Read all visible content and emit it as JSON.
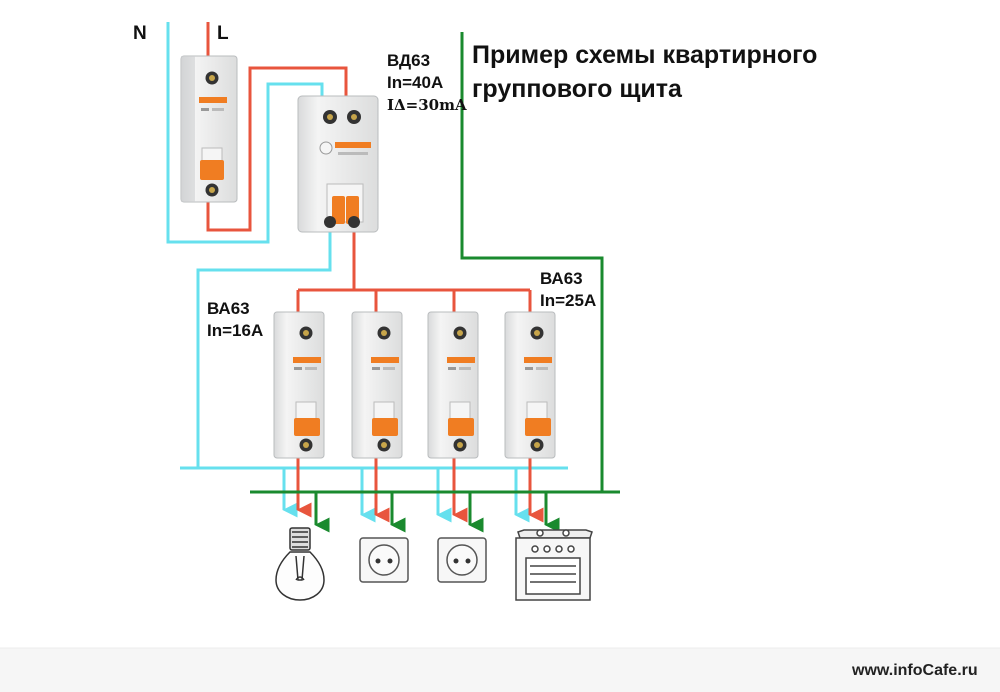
{
  "title": {
    "line1": "Пример схемы квартирного",
    "line2": "группового щита"
  },
  "wires": {
    "neutral_label": "N",
    "line_label": "L"
  },
  "rcd": {
    "model": "ВД63",
    "rated_current": "In=40A",
    "leakage": "IΔ=30mA"
  },
  "breakers_left": {
    "model": "ВА63",
    "rated_current": "In=16A"
  },
  "breakers_right": {
    "model": "ВА63",
    "rated_current": "In=25A"
  },
  "loads": [
    "lamp-icon",
    "socket-icon",
    "socket-icon",
    "stove-icon"
  ],
  "colors": {
    "neutral": "#66e0ee",
    "phase": "#e8553d",
    "ground": "#1a8a2e",
    "device_body": "#e9eaea",
    "handle": "#f07d22"
  },
  "footer": {
    "website": "www.infoCafe.ru"
  }
}
